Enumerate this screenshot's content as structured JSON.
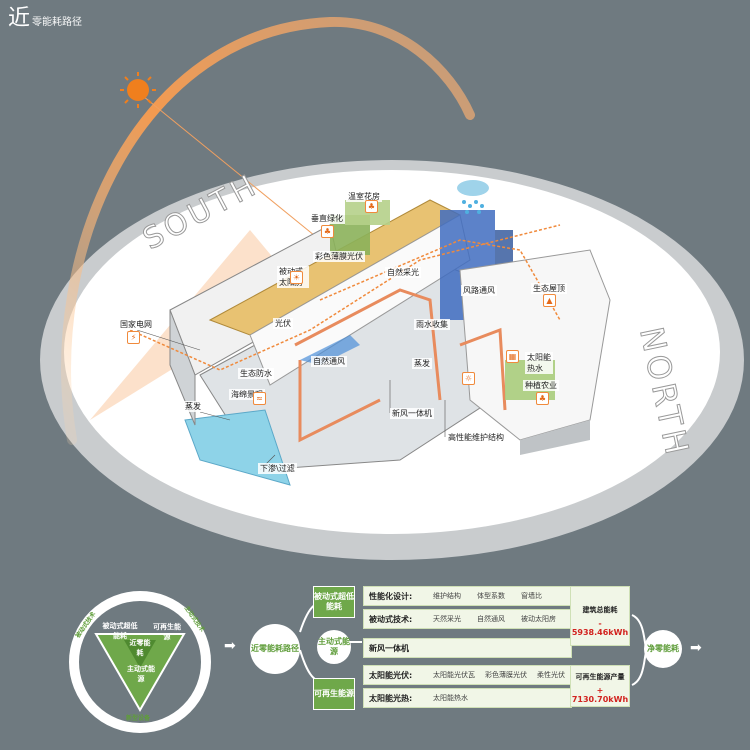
{
  "title": {
    "char": "近",
    "text": "零能耗路径"
  },
  "compass": {
    "south": "SOUTH",
    "north": "NORTH"
  },
  "callouts": {
    "greenhouse": "温室花房",
    "vertical_green": "垂直绿化",
    "color_film_pv": "彩色薄膜光伏",
    "passive_sun": "被动式太阳房",
    "daylight": "自然采光",
    "wind_tower": "风路通风",
    "green_roof": "生态屋顶",
    "pv": "光伏",
    "grid": "国家电网",
    "eco_water": "生态防水",
    "ventilation": "自然通风",
    "rainwater": "雨水收集",
    "solar_water": "太阳能热水",
    "evaporation_inner": "蒸发",
    "evaporation_outer": "蒸发",
    "seaview_pool": "海绵景观",
    "fresh_air": "新风一体机",
    "planting": "种植农业",
    "infiltration": "下渗\\过滤",
    "envelope": "高性能维护结构"
  },
  "legend": {
    "center": "近零能耗",
    "passive": "被动式超低能耗",
    "renewable": "可再生能源",
    "active": "主动式能源",
    "ring_left": "被动式技术",
    "ring_right": "主动式技术",
    "ring_bottom": "新型设备"
  },
  "flow": {
    "start": "近零能耗路径",
    "passive": "被动式超低能耗",
    "active": "主动式能源",
    "renewable": "可再生能源",
    "end": "净零能耗"
  },
  "rows": [
    {
      "head": "性能化设计:",
      "items": [
        "维护结构",
        "体型系数",
        "窗墙比"
      ]
    },
    {
      "head": "被动式技术:",
      "items": [
        "天然采光",
        "自然通风",
        "被动太阳房"
      ]
    },
    {
      "head": "新风一体机",
      "items": []
    },
    {
      "head": "太阳能光伏:",
      "items": [
        "太阳能光伏瓦",
        "彩色薄膜光伏",
        "柔性光伏"
      ]
    },
    {
      "head": "太阳能光热:",
      "items": [
        "太阳能热水"
      ]
    }
  ],
  "results": {
    "consumption_label": "建筑总能耗",
    "consumption_value": "- 5938.46kWh",
    "production_label": "可再生能源产量",
    "production_value": "+ 7130.70kWh"
  },
  "colors": {
    "background": "#6f7a80",
    "accent_green": "#6fa84a",
    "sun": "#f07f1d",
    "red_value": "#d2231f"
  }
}
